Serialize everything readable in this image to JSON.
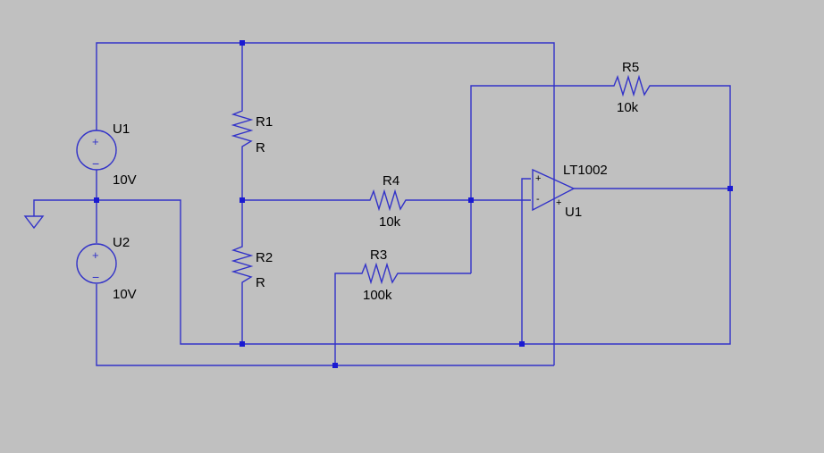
{
  "schematic": {
    "background": "#c0c0c0",
    "wire_color": "#3232c8",
    "junction_color": "#1a1ad2",
    "components": {
      "u1_source": {
        "ref": "U1",
        "value": "10V"
      },
      "u2_source": {
        "ref": "U2",
        "value": "10V"
      },
      "r1": {
        "ref": "R1",
        "value": "R"
      },
      "r2": {
        "ref": "R2",
        "value": "R"
      },
      "r3": {
        "ref": "R3",
        "value": "100k"
      },
      "r4": {
        "ref": "R4",
        "value": "10k"
      },
      "r5": {
        "ref": "R5",
        "value": "10k"
      },
      "opamp": {
        "part": "LT1002",
        "ref": "U1",
        "plus_pin": "+",
        "minus_pin": "-"
      }
    },
    "source_polarity": {
      "plus": "+",
      "minus": "−"
    }
  }
}
